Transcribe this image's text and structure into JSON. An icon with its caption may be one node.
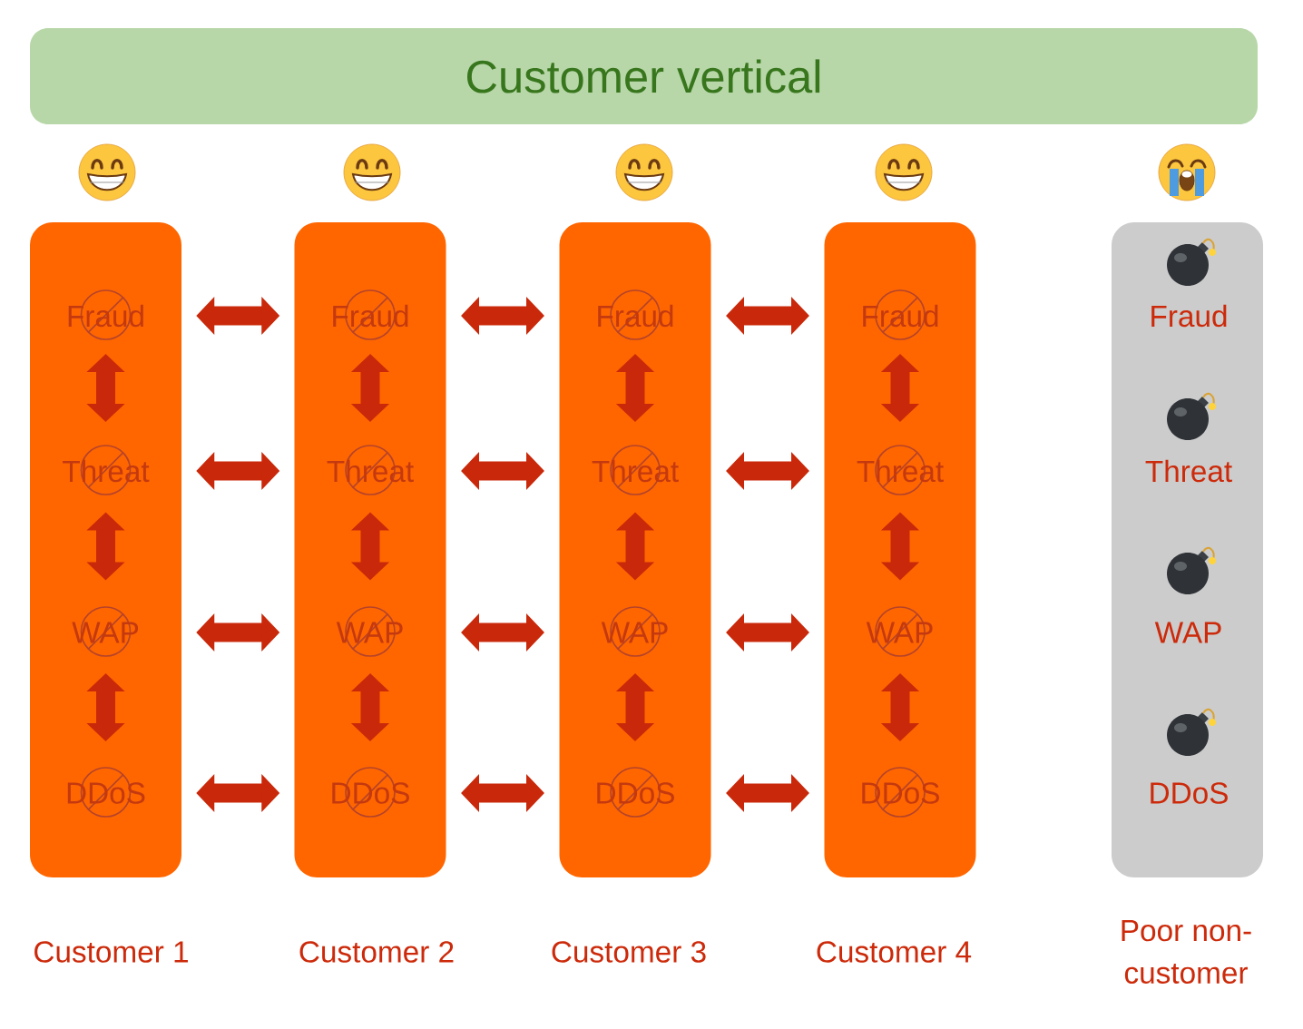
{
  "diagram": {
    "nodes": [
      {
        "text": [
          "Customer vertical"
        ]
      },
      {
        "text": [],
        "shape": "box",
        "beside": [
          "Customer 1"
        ]
      },
      {
        "text": [
          "Fraud"
        ],
        "in": 1
      },
      {
        "text": [
          "Threat"
        ],
        "in": 1
      },
      {
        "text": [
          "WAP"
        ],
        "in": 1
      },
      {
        "text": [
          "DDoS"
        ],
        "in": 1
      },
      {
        "text": [],
        "shape": "box",
        "beside": [
          "Customer 2"
        ]
      },
      {
        "text": [
          "Fraud"
        ],
        "in": 6
      },
      {
        "text": [
          "Threat"
        ],
        "in": 6
      },
      {
        "text": [
          "WAP"
        ],
        "in": 6
      },
      {
        "text": [
          "DDoS"
        ],
        "in": 6
      },
      {
        "text": [],
        "shape": "box",
        "beside": [
          "Customer 3"
        ]
      },
      {
        "text": [
          "Fraud"
        ],
        "in": 11
      },
      {
        "text": [
          "Threat"
        ],
        "in": 11
      },
      {
        "text": [
          "WAP"
        ],
        "in": 11
      },
      {
        "text": [
          "DDoS"
        ],
        "in": 11
      },
      {
        "text": [],
        "shape": "box",
        "beside": [
          "Customer 4"
        ]
      },
      {
        "text": [
          "Fraud"
        ],
        "in": 16
      },
      {
        "text": [
          "Threat"
        ],
        "in": 16
      },
      {
        "text": [
          "WAP"
        ],
        "in": 16
      },
      {
        "text": [
          "DDoS"
        ],
        "in": 16
      },
      {
        "text": [
          "Fraud",
          "Threat",
          "WAP",
          "DDoS"
        ],
        "beside": [
          "Poor non-customer"
        ]
      }
    ],
    "edges": [
      {
        "from": 2,
        "to": 7,
        "arrow": "both"
      },
      {
        "from": 7,
        "to": 12,
        "arrow": "both"
      },
      {
        "from": 12,
        "to": 17,
        "arrow": "both"
      },
      {
        "from": 2,
        "to": 3,
        "arrow": "both"
      },
      {
        "from": 7,
        "to": 8,
        "arrow": "both"
      },
      {
        "from": 12,
        "to": 13,
        "arrow": "both"
      },
      {
        "from": 17,
        "to": 18,
        "arrow": "both"
      },
      {
        "from": 3,
        "to": 8,
        "arrow": "both"
      },
      {
        "from": 8,
        "to": 13,
        "arrow": "both"
      },
      {
        "from": 13,
        "to": 18,
        "arrow": "both"
      },
      {
        "from": 3,
        "to": 4,
        "arrow": "both"
      },
      {
        "from": 8,
        "to": 9,
        "arrow": "both"
      },
      {
        "from": 13,
        "to": 14,
        "arrow": "both"
      },
      {
        "from": 18,
        "to": 19,
        "arrow": "both"
      },
      {
        "from": 4,
        "to": 9,
        "arrow": "both"
      },
      {
        "from": 9,
        "to": 14,
        "arrow": "both"
      },
      {
        "from": 14,
        "to": 19,
        "arrow": "both"
      },
      {
        "from": 4,
        "to": 5,
        "arrow": "both"
      },
      {
        "from": 9,
        "to": 10,
        "arrow": "both"
      },
      {
        "from": 14,
        "to": 15,
        "arrow": "both"
      },
      {
        "from": 19,
        "to": 20,
        "arrow": "both"
      },
      {
        "from": 5,
        "to": 10,
        "arrow": "both"
      },
      {
        "from": 10,
        "to": 15,
        "arrow": "both"
      },
      {
        "from": 15,
        "to": 20,
        "arrow": "both"
      }
    ]
  }
}
